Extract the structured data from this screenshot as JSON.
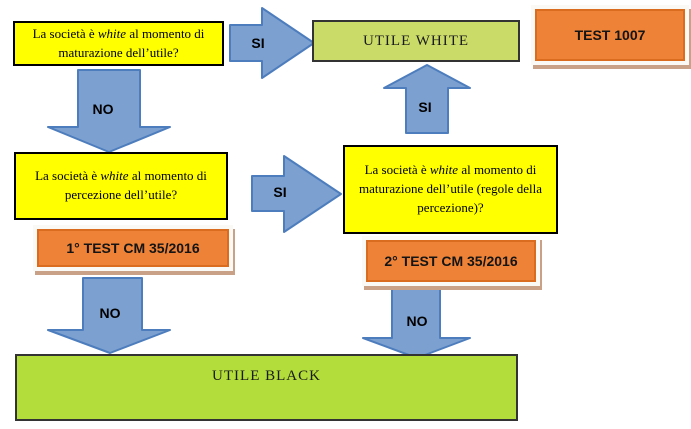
{
  "colors": {
    "yellow": "#FFFF00",
    "yellow_border": "#000000",
    "green_light": "#CBDB68",
    "green_bright": "#B2DD3B",
    "green_border": "#333333",
    "orange": "#EE8338",
    "orange_border": "#D96C1F",
    "orange_frame": "#FBF9F5",
    "orange_shadow": "#C9A186",
    "arrow_fill": "#7CA0D0",
    "arrow_stroke": "#4D7DBD"
  },
  "boxes": {
    "q1": {
      "prefix": "La società è ",
      "italic": "white",
      "suffix": " al momento di maturazione dell’utile?"
    },
    "q2": {
      "prefix": "La società è ",
      "italic": "white",
      "suffix": " al momento di percezione dell’utile?"
    },
    "q3": {
      "prefix": "La società è ",
      "italic": "white",
      "suffix": " al momento di maturazione dell’utile (regole della percezione)?"
    },
    "utile_white": "UTILE WHITE",
    "utile_black": "UTILE BLACK",
    "test_1007": "TEST 1007",
    "test_1": "1° TEST CM 35/2016",
    "test_2": "2° TEST CM 35/2016"
  },
  "labels": {
    "si_top": "SI",
    "si_up": "SI",
    "si_mid": "SI",
    "no_top": "NO",
    "no_bottom_left": "NO",
    "no_bottom_right": "NO"
  }
}
